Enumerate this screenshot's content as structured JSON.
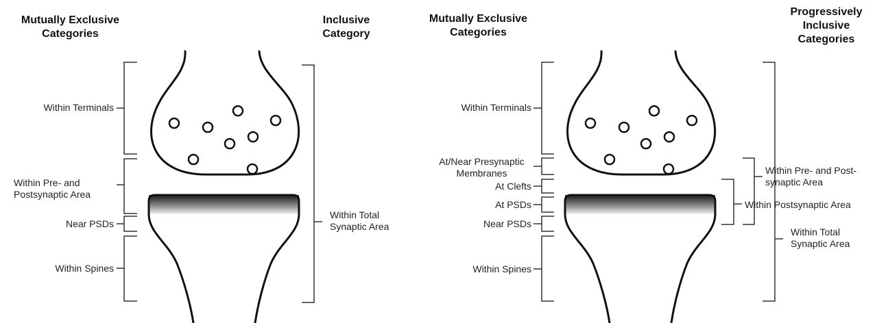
{
  "colors": {
    "ink": "#111111",
    "psd_dark": "#1a1a1a",
    "psd_light": "#f2f2f2"
  },
  "left_panel": {
    "heading_left": "Mutually Exclusive\nCategories",
    "heading_right": "Inclusive\nCategory",
    "labels": {
      "within_terminals": "Within Terminals",
      "within_pre_post": "Within Pre- and\nPostsynaptic Area",
      "near_psds": "Near PSDs",
      "within_spines": "Within Spines",
      "within_total": "Within Total\nSynaptic Area"
    }
  },
  "right_panel": {
    "heading_left": "Mutually Exclusive\nCategories",
    "heading_right": "Progressively\nInclusive\nCategories",
    "labels": {
      "within_terminals": "Within Terminals",
      "at_near_presynaptic": "At/Near Presynaptic\nMembranes",
      "at_clefts": "At Clefts",
      "at_psds": "At PSDs",
      "near_psds": "Near PSDs",
      "within_spines": "Within Spines",
      "within_pre_post": "Within Pre- and Post-\nsynaptic Area",
      "within_postsynaptic": "Within Postsynaptic Area",
      "within_total": "Within Total\nSynaptic Area"
    }
  }
}
